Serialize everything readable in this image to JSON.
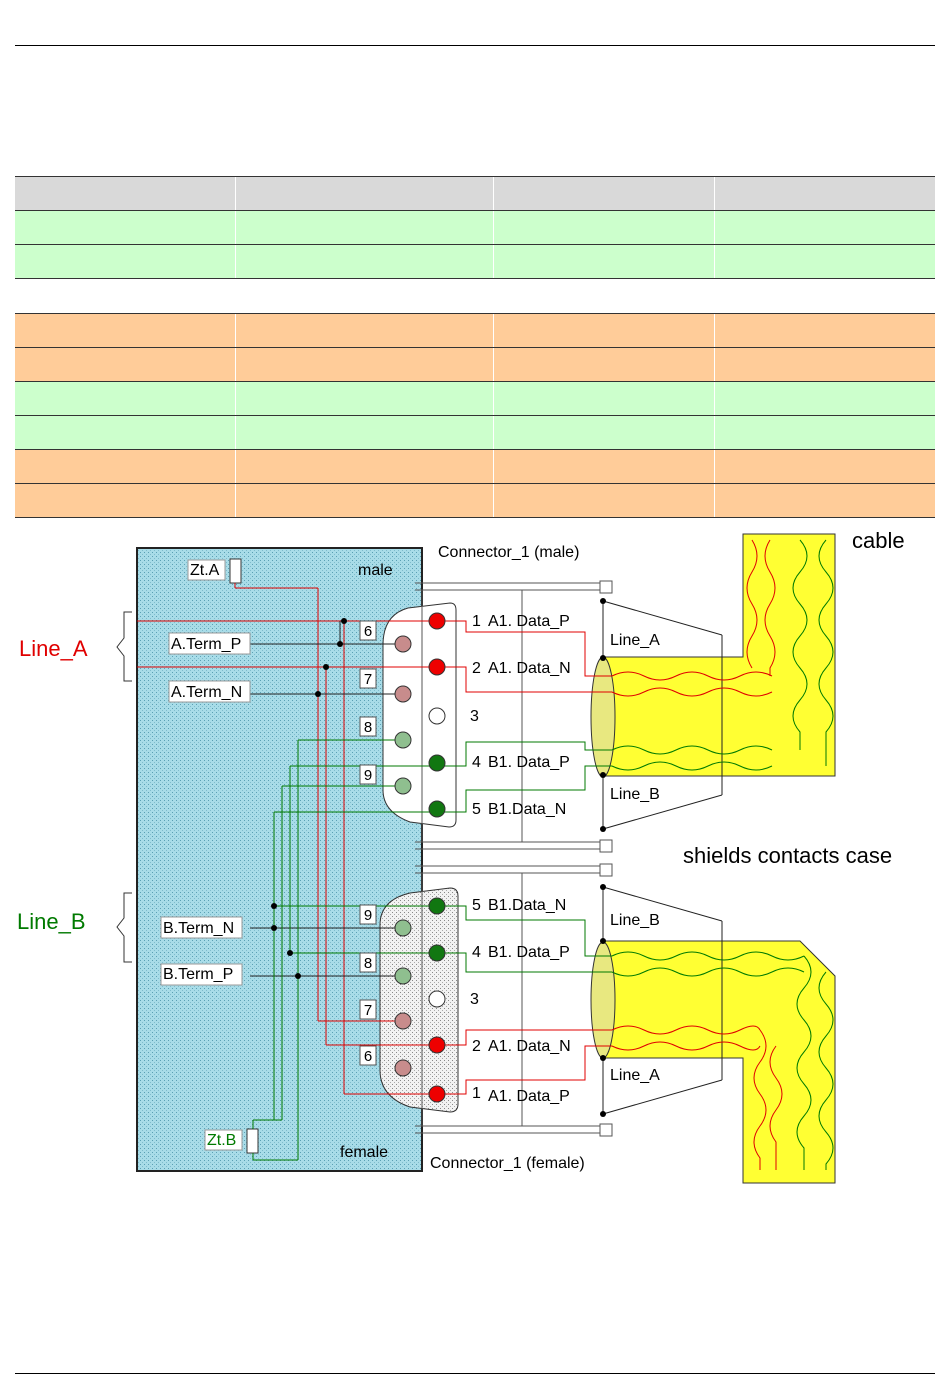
{
  "page": {
    "tables": [
      {
        "rows": [
          "head",
          "green",
          "green"
        ]
      },
      {
        "rows": [
          "orange",
          "orange",
          "green",
          "green",
          "orange",
          "orange"
        ]
      }
    ]
  },
  "diagram": {
    "labels": {
      "connector_male": "Connector_1 (male)",
      "connector_female": "Connector_1 (female)",
      "male": "male",
      "female": "female",
      "cable": "cable",
      "shields": "shields contacts case",
      "line_a_group": "Line_A",
      "line_b_group": "Line_B",
      "zt_a": "Zt.A",
      "zt_b": "Zt.B",
      "a_term_p": "A.Term_P",
      "a_term_n": "A.Term_N",
      "b_term_n": "B.Term_N",
      "b_term_p": "B.Term_P",
      "cable_line_a_top": "Line_A",
      "cable_line_b_top": "Line_B",
      "cable_line_b_bottom": "Line_B",
      "cable_line_a_bottom": "Line_A"
    },
    "male_pins": [
      {
        "num": "1",
        "label": "A1. Data_P"
      },
      {
        "num": "2",
        "label": "A1. Data_N"
      },
      {
        "num": "3",
        "label": ""
      },
      {
        "num": "4",
        "label": "B1. Data_P"
      },
      {
        "num": "5",
        "label": "B1.Data_N"
      }
    ],
    "male_inner_pins": [
      "6",
      "7",
      "8",
      "9"
    ],
    "female_pins": [
      {
        "num": "5",
        "label": "B1.Data_N"
      },
      {
        "num": "4",
        "label": "B1. Data_P"
      },
      {
        "num": "3",
        "label": ""
      },
      {
        "num": "2",
        "label": "A1. Data_N"
      },
      {
        "num": "1",
        "label": "A1. Data_P"
      }
    ],
    "female_inner_pins": [
      "9",
      "8",
      "7",
      "6"
    ],
    "colors": {
      "board": "#a8dce8",
      "cable": "#ffff33",
      "line_a": "#e00000",
      "line_b": "#007a00",
      "pin_red": "#ee0000",
      "pin_green": "#117711",
      "pin_pink": "#c88c8c",
      "pin_lightgreen": "#8fbf8f"
    }
  }
}
